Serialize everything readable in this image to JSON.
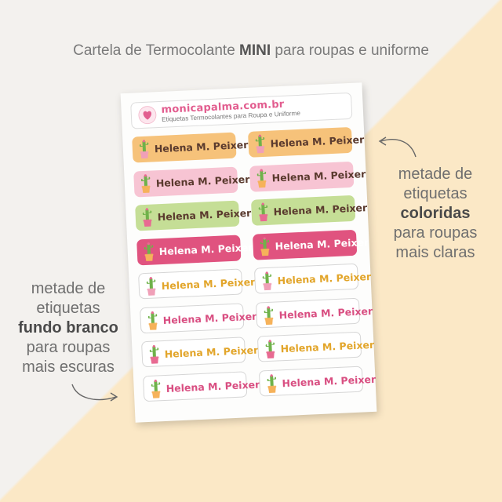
{
  "headline": {
    "prefix": "Cartela de Termocolante ",
    "emphasis": "MINI",
    "suffix": " para roupas e uniforme"
  },
  "right_note": {
    "line1": "metade de",
    "line2": "etiquetas",
    "line3": "coloridas",
    "line4": "para roupas",
    "line5": "mais claras"
  },
  "left_note": {
    "line1": "metade de",
    "line2": "etiquetas",
    "line3": "fundo branco",
    "line4": "para roupas",
    "line5": "mais escuras"
  },
  "sheet": {
    "brand": "monicapalma.com.br",
    "subtitle": "Etiquetas Termocolantes para Roupa e Uniforme",
    "label_text": "Helena M. Peixer"
  },
  "colors": {
    "orange": "#f6c27a",
    "pink": "#f7c4d3",
    "green": "#c5de96",
    "magenta": "#e0537f",
    "text_dark": "#5a3a2e",
    "text_white": "#ffffff",
    "text_yellow": "#e2a52a",
    "text_pink": "#d94f82",
    "brand_pink": "#e25d8f"
  },
  "icons": {
    "cactus": "cactus-icon",
    "logo": "heart-logo-icon",
    "arrow": "curved-arrow-icon"
  }
}
